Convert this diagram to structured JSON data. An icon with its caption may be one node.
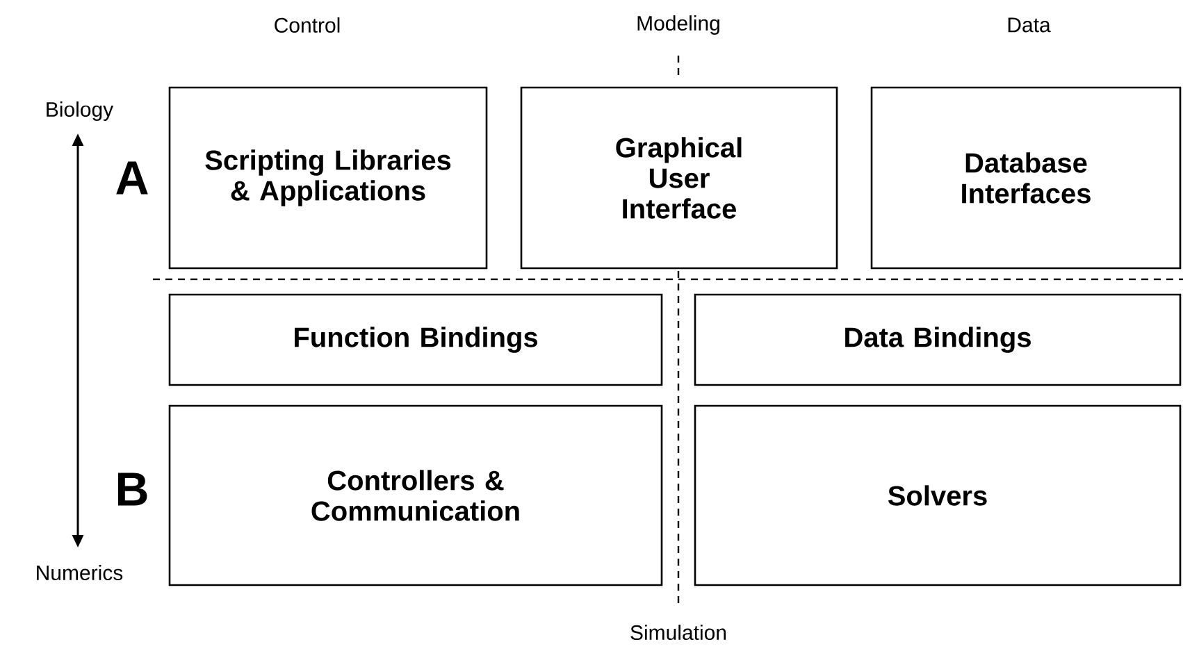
{
  "diagram": {
    "nodes": [
      {
        "text": [
          "Scripting Libraries & Applications"
        ]
      },
      {
        "text": [
          "Graphical User Interface"
        ]
      },
      {
        "text": [
          "Database Interfaces"
        ]
      },
      {
        "text": [
          "Function Bindings"
        ]
      },
      {
        "text": [
          "Data Bindings"
        ]
      },
      {
        "text": [
          "Controllers & Communication"
        ]
      },
      {
        "text": [
          "Solvers"
        ]
      }
    ],
    "labels": [
      "Control",
      "Modeling",
      "Data",
      "Biology",
      "A",
      "B",
      "Numerics",
      "Simulation"
    ]
  }
}
